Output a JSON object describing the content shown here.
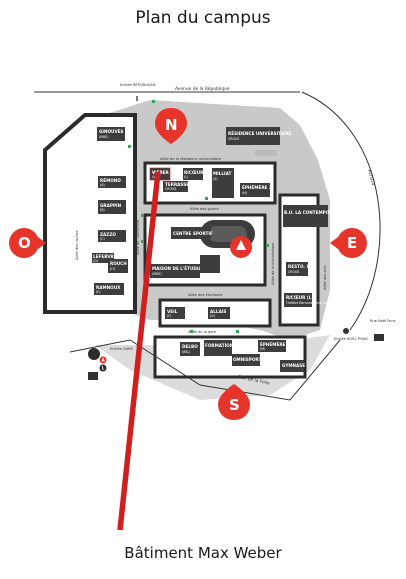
{
  "title": "Plan du campus",
  "caption": "Bâtiment Max Weber",
  "colors": {
    "building": "#3d3d3d",
    "campus": "#c9c9c9",
    "pin": "#e5352b",
    "highlight": "#d01f1f",
    "green": "#2fa84f"
  },
  "streets": {
    "republique": "Avenue de la République",
    "entree_republique": "Entrée RÉPUBLIQUE",
    "bd914": "RD 914",
    "folie": "Rue de la Folie",
    "noel_pons": "Rue Noël Pons",
    "entree_noel_pons": "Entrée NOËL PONS",
    "entree_gare": "Entrée GARE",
    "allee_residence": "Allée de la résidence universitaire",
    "allee_sports": "Allée des sports",
    "allee_universite": "Allée de l'université",
    "allee_bibliotheque": "Allée de la bibliothèque",
    "allee_etudiants": "Allée des étudiants",
    "allee_gare": "Allée de la gare",
    "allee_arts": "Allée des arts",
    "allee_ruches": "Allée des ruches"
  },
  "buildings": {
    "ginouves": {
      "name": "GINOUVÈS",
      "code": "(MAE)"
    },
    "remond": {
      "name": "RÉMOND",
      "code": "(A)"
    },
    "grappin": {
      "name": "GRAPPIN",
      "code": "(B)"
    },
    "zazzo": {
      "name": "ZAZZO",
      "code": "(C)"
    },
    "lefebvre": {
      "name": "LEFEBVRE",
      "code": "(D)"
    },
    "rouch": {
      "name": "ROUCH",
      "code": "(H)"
    },
    "ramnoux": {
      "name": "RAMNOUX",
      "code": "(E)"
    },
    "weber": {
      "name": "WEBER",
      "code": "(W)"
    },
    "terrasse": {
      "name": "TERRASSE",
      "code": "CROUS"
    },
    "ricoeur_top": {
      "name": "RICŒUR",
      "code": "(L)"
    },
    "milliat": {
      "name": "MILLIAT",
      "code": "(S)"
    },
    "residence": {
      "name": "RÉSIDENCE UNIVERSITAIRE",
      "code": "CROUS"
    },
    "ephemere2": {
      "name": "ÉPHÉMÈRE 2",
      "code": "(N)"
    },
    "contemporaine": {
      "name": "B.U. LA CONTEMPORAINE",
      "code": ""
    },
    "centre_sportif": {
      "name": "CENTRE SPORTIF",
      "code": ""
    },
    "mde": {
      "name": "MAISON DE L'ÉTUDIANT.E",
      "code": "(MDE)"
    },
    "resto_u": {
      "name": "RESTO. U",
      "code": "CROUS"
    },
    "ricoeur": {
      "name": "RICŒUR (L)",
      "code": "Théâtre Bernard-Marie Koltès"
    },
    "veil": {
      "name": "VEIL",
      "code": "(F)"
    },
    "allais": {
      "name": "ALLAIS",
      "code": "(G)"
    },
    "delbo": {
      "name": "DELBO",
      "code": "(BSL)"
    },
    "formation": {
      "name": "FORMATION CONTINUE",
      "code": ""
    },
    "omnisport": {
      "name": "OMNISPORT",
      "code": ""
    },
    "ephemere1": {
      "name": "ÉPHÉMÈRE 1",
      "code": "(M)"
    },
    "gymnase": {
      "name": "GYMNASE",
      "code": ""
    }
  },
  "pins": {
    "north": "N",
    "west": "O",
    "east": "E",
    "south": "S"
  },
  "transport": {
    "rer": "A",
    "line": "L"
  }
}
